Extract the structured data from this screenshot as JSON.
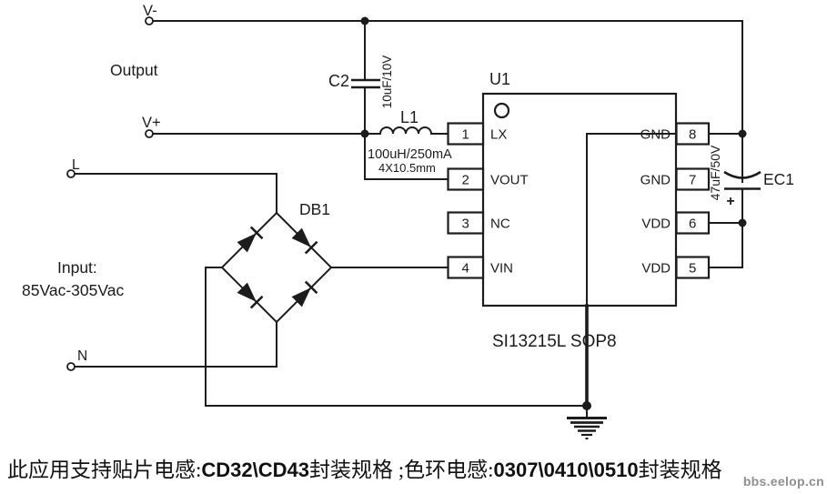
{
  "colors": {
    "ink": "#1c1c1c",
    "background": "#ffffff",
    "watermark_color": "#8f8f8f"
  },
  "terminals": {
    "v_minus": "V-",
    "v_plus": "V+",
    "output_label": "Output",
    "live": "L",
    "neutral": "N",
    "input_label_line1": "Input:",
    "input_label_line2": "85Vac-305Vac"
  },
  "components": {
    "c2": {
      "ref": "C2",
      "value": "10uF/10V"
    },
    "l1": {
      "ref": "L1",
      "value": "100uH/250mA",
      "size": "4X10.5mm"
    },
    "db1": {
      "ref": "DB1"
    },
    "ec1": {
      "ref": "EC1",
      "value": "47uF/50V",
      "polarity": "+"
    },
    "u1": {
      "ref": "U1",
      "part": "SI13215L SOP8",
      "left_pins": [
        {
          "num": "1",
          "name": "LX"
        },
        {
          "num": "2",
          "name": "VOUT"
        },
        {
          "num": "3",
          "name": "NC"
        },
        {
          "num": "4",
          "name": "VIN"
        }
      ],
      "right_pins": [
        {
          "num": "8",
          "name": "GND"
        },
        {
          "num": "7",
          "name": "GND"
        },
        {
          "num": "6",
          "name": "VDD"
        },
        {
          "num": "5",
          "name": "VDD"
        }
      ]
    }
  },
  "caption": {
    "seg1": "此应用支持贴片电感:",
    "seg2": "CD32\\CD43",
    "seg3": "封装规格 ;色环电感:",
    "seg4": "0307\\0410\\0510",
    "seg5": "封装规格"
  },
  "watermark": "bbs.eelop.cn"
}
